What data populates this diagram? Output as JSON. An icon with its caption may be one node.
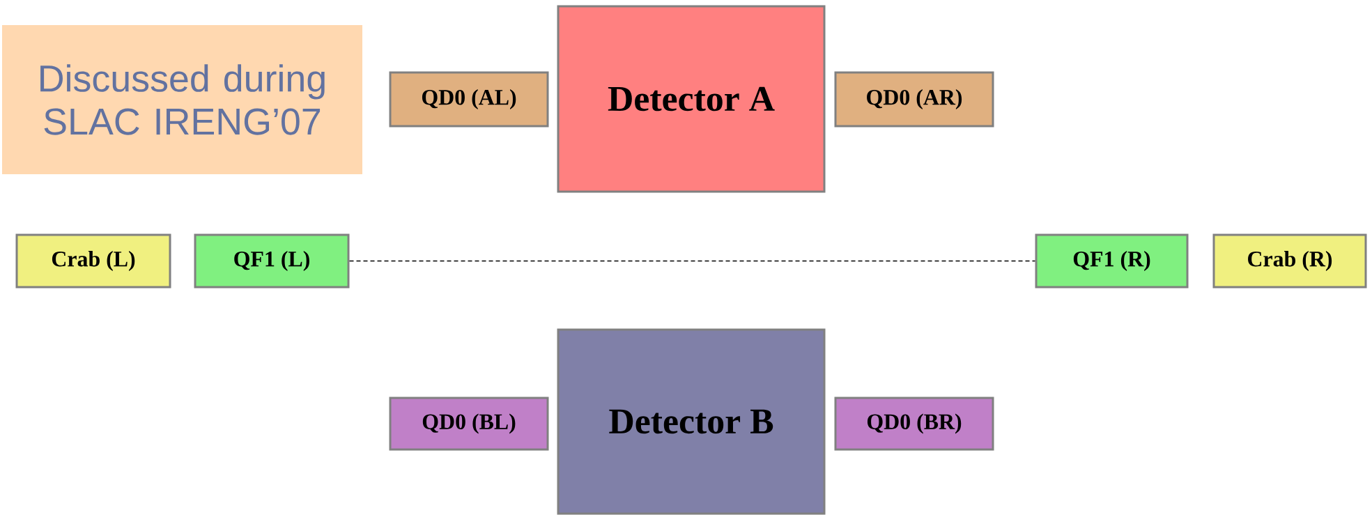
{
  "diagram": {
    "nodes": [
      {
        "text": [
          "Discussed during SLAC IRENG’07"
        ]
      },
      {
        "text": [
          "QD0 (AL)"
        ]
      },
      {
        "text": [
          "Detector A"
        ]
      },
      {
        "text": [
          "QD0 (AR)"
        ]
      },
      {
        "text": [
          "Crab (L)"
        ]
      },
      {
        "text": [
          "QF1 (L)"
        ]
      },
      {
        "text": [
          "QF1 (R)"
        ]
      },
      {
        "text": [
          "Crab (R)"
        ]
      },
      {
        "text": [
          "QD0 (BL)"
        ]
      },
      {
        "text": [
          "Detector B"
        ]
      },
      {
        "text": [
          "QD0 (BR)"
        ]
      }
    ],
    "edges": [
      {
        "from": 5,
        "to": 6,
        "arrow": "none",
        "style": "dashed"
      }
    ]
  }
}
